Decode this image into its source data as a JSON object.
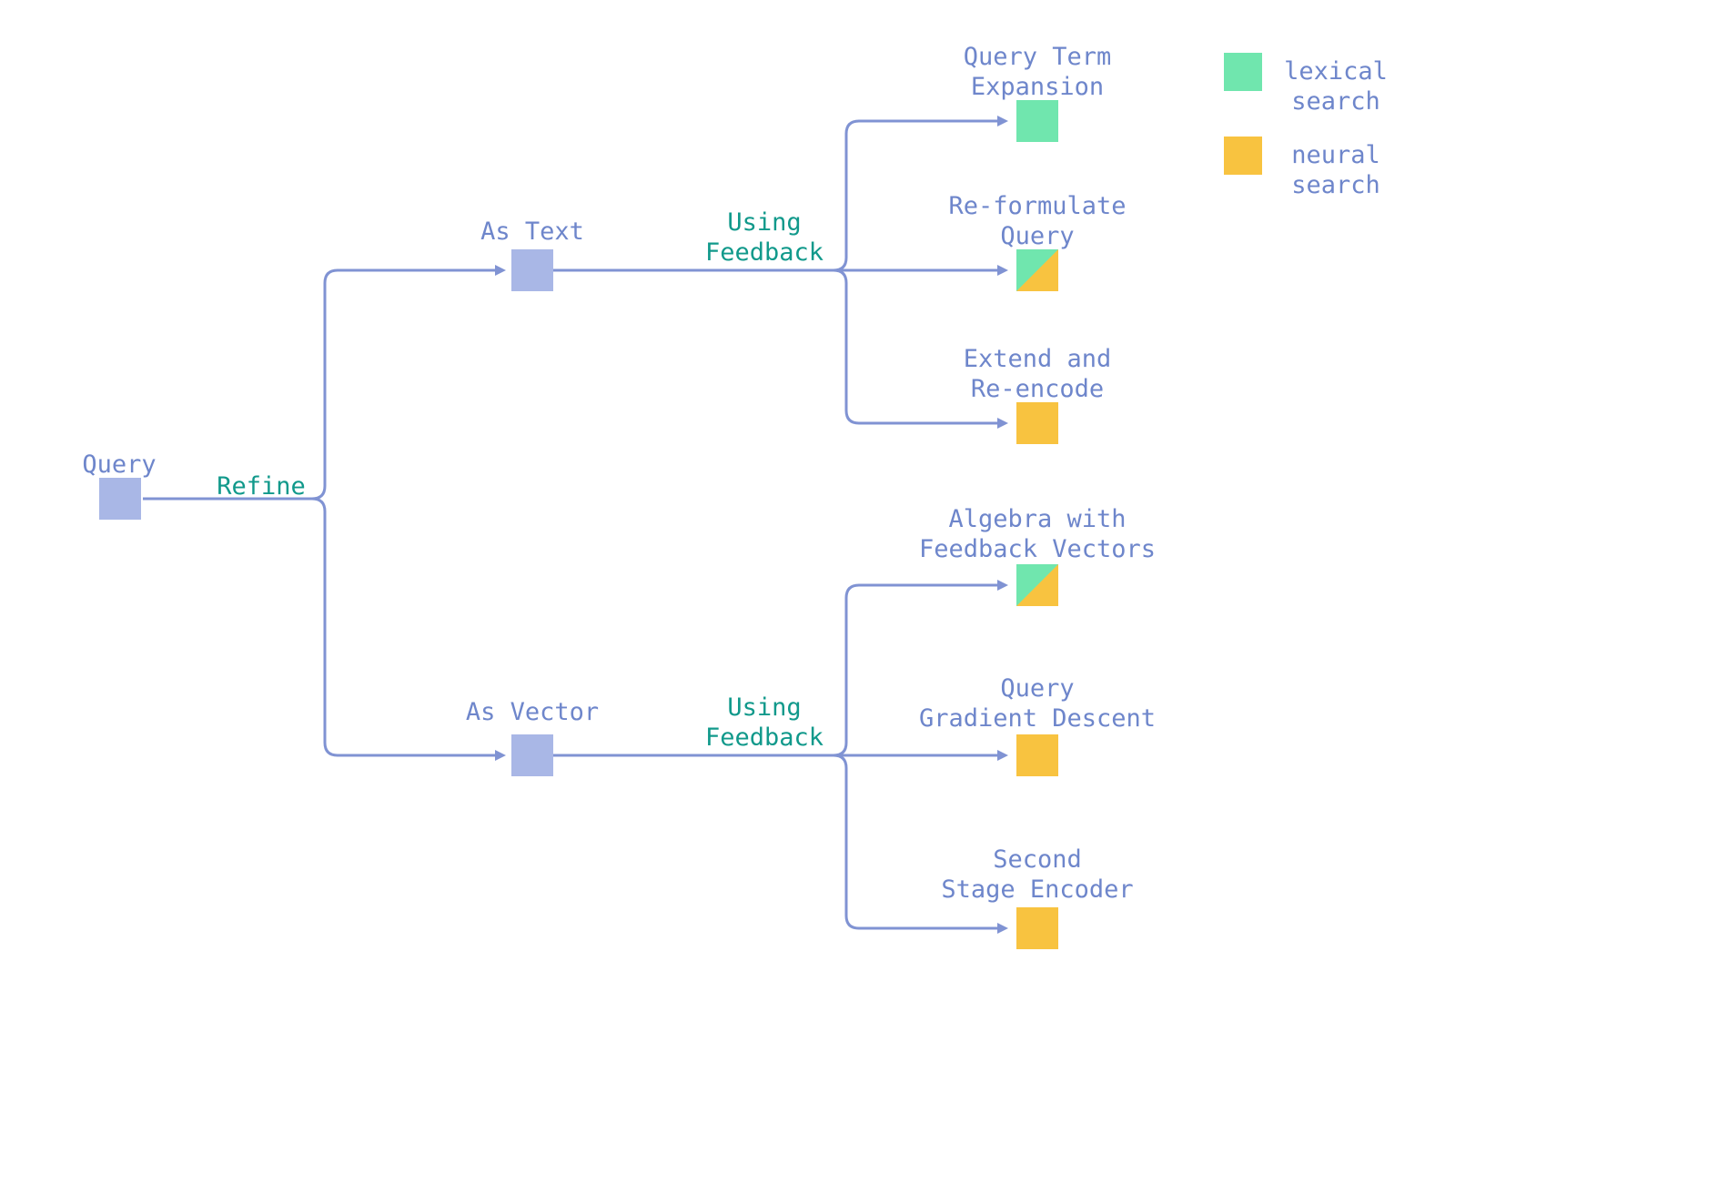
{
  "nodes": {
    "query": {
      "label": "Query",
      "type": "query"
    },
    "as_text": {
      "label": "As Text",
      "type": "query"
    },
    "as_vector": {
      "label": "As Vector",
      "type": "query"
    },
    "text_leaves": [
      {
        "label": "Query Term\nExpansion",
        "type": "lexical"
      },
      {
        "label": "Re-formulate\nQuery",
        "type": "both"
      },
      {
        "label": "Extend and\nRe-encode",
        "type": "neural"
      }
    ],
    "vector_leaves": [
      {
        "label": "Algebra with\nFeedback Vectors",
        "type": "both"
      },
      {
        "label": "Query\nGradient Descent",
        "type": "neural"
      },
      {
        "label": "Second\nStage Encoder",
        "type": "neural"
      }
    ]
  },
  "edge_labels": {
    "refine": "Refine",
    "using_feedback_text": "Using\nFeedback",
    "using_feedback_vector": "Using\nFeedback"
  },
  "legend": {
    "items": [
      {
        "label": "lexical\nsearch",
        "type": "lexical"
      },
      {
        "label": "neural\nsearch",
        "type": "neural"
      }
    ]
  },
  "colors": {
    "query_node": "#a9b7e6",
    "lexical": "#70e6ae",
    "neural": "#f8c340",
    "edge": "#8093d3",
    "label_blue": "#6e86cb",
    "label_teal": "#11998b"
  }
}
